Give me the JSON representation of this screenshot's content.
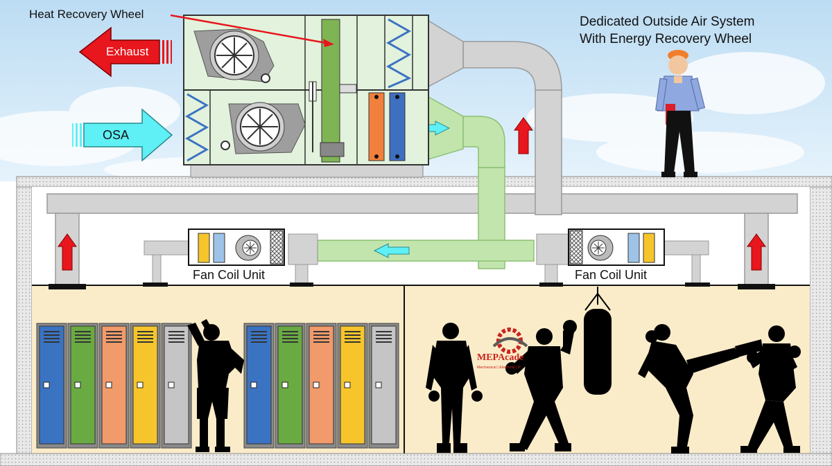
{
  "labels": {
    "heat_recovery_wheel": "Heat Recovery Wheel",
    "exhaust": "Exhaust",
    "osa": "OSA",
    "title_line1": "Dedicated Outside Air System",
    "title_line2": "With Energy Recovery Wheel",
    "fan_coil_left": "Fan Coil Unit",
    "fan_coil_right": "Fan Coil Unit",
    "logo_main": "MEPAcade",
    "logo_sub": "Mechanical | Electrical | P"
  },
  "colors": {
    "sky": "#cfe6f7",
    "ahu_fill": "#e2f2dc",
    "supply_duct": "#c2e5ad",
    "return_duct": "#d0d0d0",
    "exhaust_arrow": "#e8161d",
    "osa_arrow": "#5ef0f5",
    "interior": "#fbecc9",
    "silhouette": "#000000",
    "heat_wheel": "#7fb454",
    "heating_coil": "#f0803c",
    "cooling_coil": "#3f6fc0"
  },
  "lockers": [
    {
      "color": "#3b73c3"
    },
    {
      "color": "#6aaa43"
    },
    {
      "color": "#f19a6b"
    },
    {
      "color": "#f6c52c"
    },
    {
      "color": "#c5c5c5"
    }
  ]
}
